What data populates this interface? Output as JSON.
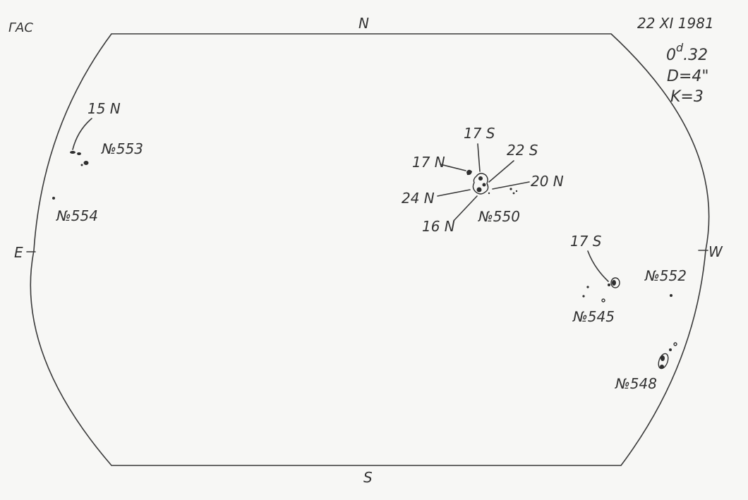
{
  "observatory": "ГАС",
  "date": "22 XI 1981",
  "observation": {
    "time": "0d.32",
    "time_main": "0",
    "time_sup": "d",
    "time_frac": ".32",
    "diameter": "D=4\"",
    "k": "K=3"
  },
  "directions": {
    "north": "N",
    "south": "S",
    "east": "E",
    "west": "W"
  },
  "groups": {
    "g553": {
      "number": "№553",
      "latitude": "15 N"
    },
    "g554": {
      "number": "№554"
    },
    "g550": {
      "number": "№550",
      "latitudes": [
        "17 S",
        "22 S",
        "17 N",
        "20 N",
        "24 N",
        "16 N"
      ]
    },
    "g545": {
      "number": "№545",
      "latitude": "17 S"
    },
    "g552": {
      "number": "№552"
    },
    "g548": {
      "number": "№548"
    }
  }
}
